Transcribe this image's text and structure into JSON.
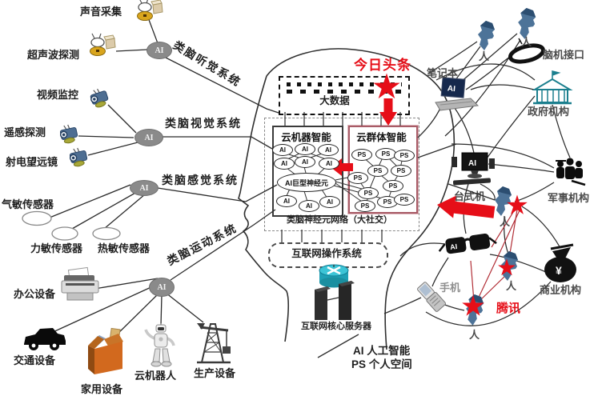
{
  "colors": {
    "accent_red": "#e60e18",
    "thin_red_line": "#b23038",
    "hub_gray": "#8a8a8a",
    "swarm_border": "#a85b66",
    "government_teal": "#1b7f8e",
    "router_cyan": "#2ab5c9",
    "household_orange": "#d2691e",
    "person_blue": "#4d7398"
  },
  "left": {
    "sound_collection": "声音采集",
    "ultrasonic": "超声波探测",
    "video_surveillance": "视频监控",
    "remote_sensing": "遥感探测",
    "radio_telescope": "射电望远镜",
    "gas_sensor": "气敏传感器",
    "force_sensor": "力敏传感器",
    "thermal_sensor": "热敏传感器",
    "office_equipment": "办公设备",
    "transport_equipment": "交通设备",
    "household_equipment": "家用设备",
    "cloud_robot": "云机器人",
    "production_equipment": "生产设备"
  },
  "systems": {
    "hearing": "类脑听觉系统",
    "vision": "类脑视觉系统",
    "feeling": "类脑感觉系统",
    "motion": "类脑运动系统"
  },
  "hubs": {
    "label": "AI"
  },
  "center": {
    "big_data": "大数据",
    "toutiao": "今日头条",
    "robot_box_title": "云机器智能",
    "swarm_box_title": "云群体智能",
    "giant_neuron": "AI巨型神经元",
    "ai_node_label": "AI",
    "ps_node_label": "PS",
    "neuron_network": "类脑神经元网络（大社交）",
    "internet_os": "互联网操作系统",
    "core_server": "互联网核心服务器"
  },
  "right": {
    "person": "人",
    "notebook": "笔记本",
    "bci": "脑机接口",
    "government": "政府机构",
    "desktop": "台式机",
    "military": "军事机构",
    "phone": "手机",
    "commercial": "商业机构",
    "tencent": "腾讯",
    "ai_badge": "AI",
    "yen": "¥"
  },
  "legend": {
    "ai": "AI  人工智能",
    "ps": "PS  个人空间"
  }
}
